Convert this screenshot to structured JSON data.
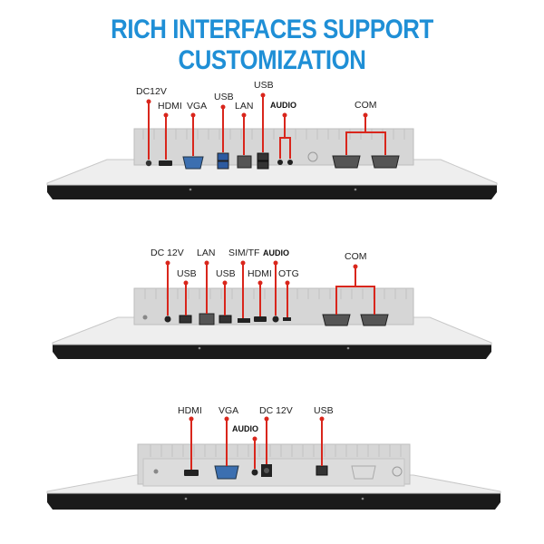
{
  "title": "RICH INTERFACES SUPPORT CUSTOMIZATION",
  "colors": {
    "title": "#1f8fd6",
    "callout": "#d9261c",
    "bezel": "#1a1a1a",
    "chassis": "#d8d8d8"
  },
  "panel1": {
    "labels": {
      "dc": "DC12V",
      "hdmi": "HDMI",
      "vga": "VGA",
      "usb_a": "USB",
      "lan": "LAN",
      "usb_b": "USB",
      "audio": "AUDIO",
      "com": "COM"
    }
  },
  "panel2": {
    "labels": {
      "dc": "DC 12V",
      "usb_a": "USB",
      "lan": "LAN",
      "usb_b": "USB",
      "sim": "SIM/TF",
      "audio": "AUDIO",
      "hdmi": "HDMI",
      "otg": "OTG",
      "com": "COM"
    }
  },
  "panel3": {
    "labels": {
      "hdmi": "HDMI",
      "vga": "VGA",
      "audio": "AUDIO",
      "dc": "DC 12V",
      "usb": "USB"
    }
  }
}
